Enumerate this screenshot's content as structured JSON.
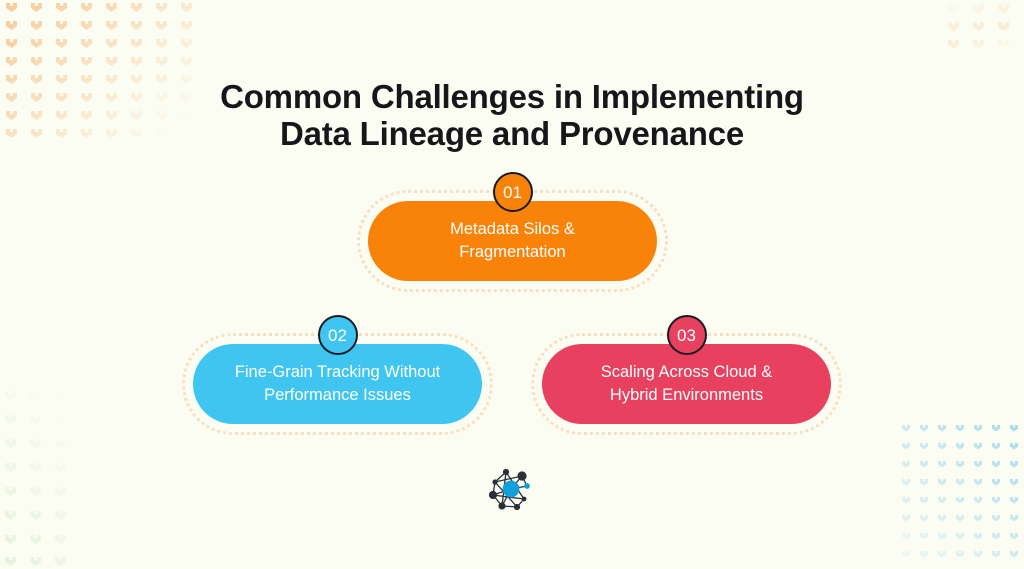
{
  "slide": {
    "background_color": "#fcfdf2",
    "title": {
      "line1": "Common Challenges in Implementing",
      "line2": "Data Lineage and Provenance",
      "color": "#17171b"
    },
    "cards": [
      {
        "number": "01",
        "line1": "Metadata Silos &",
        "line2": "Fragmentation",
        "color": "#f98209",
        "text_color": "#ffffff",
        "outline_color": "#f7dfc2"
      },
      {
        "number": "02",
        "line1": "Fine-Grain Tracking Without",
        "line2": "Performance Issues",
        "color": "#3fc5f0",
        "text_color": "#ffffff",
        "outline_color": "#f7dfc2"
      },
      {
        "number": "03",
        "line1": "Scaling Across Cloud &",
        "line2": "Hybrid Environments",
        "color": "#e8405f",
        "text_color": "#ffffff",
        "outline_color": "#f7dfc2"
      }
    ],
    "logo": {
      "name": "network-graph-logo",
      "node_color": "#2b2f38",
      "accent_color": "#12a0db"
    },
    "decorations": {
      "top_left_pattern_color": "#f7c896",
      "bottom_right_pattern_color": "#b9e4f2"
    }
  }
}
